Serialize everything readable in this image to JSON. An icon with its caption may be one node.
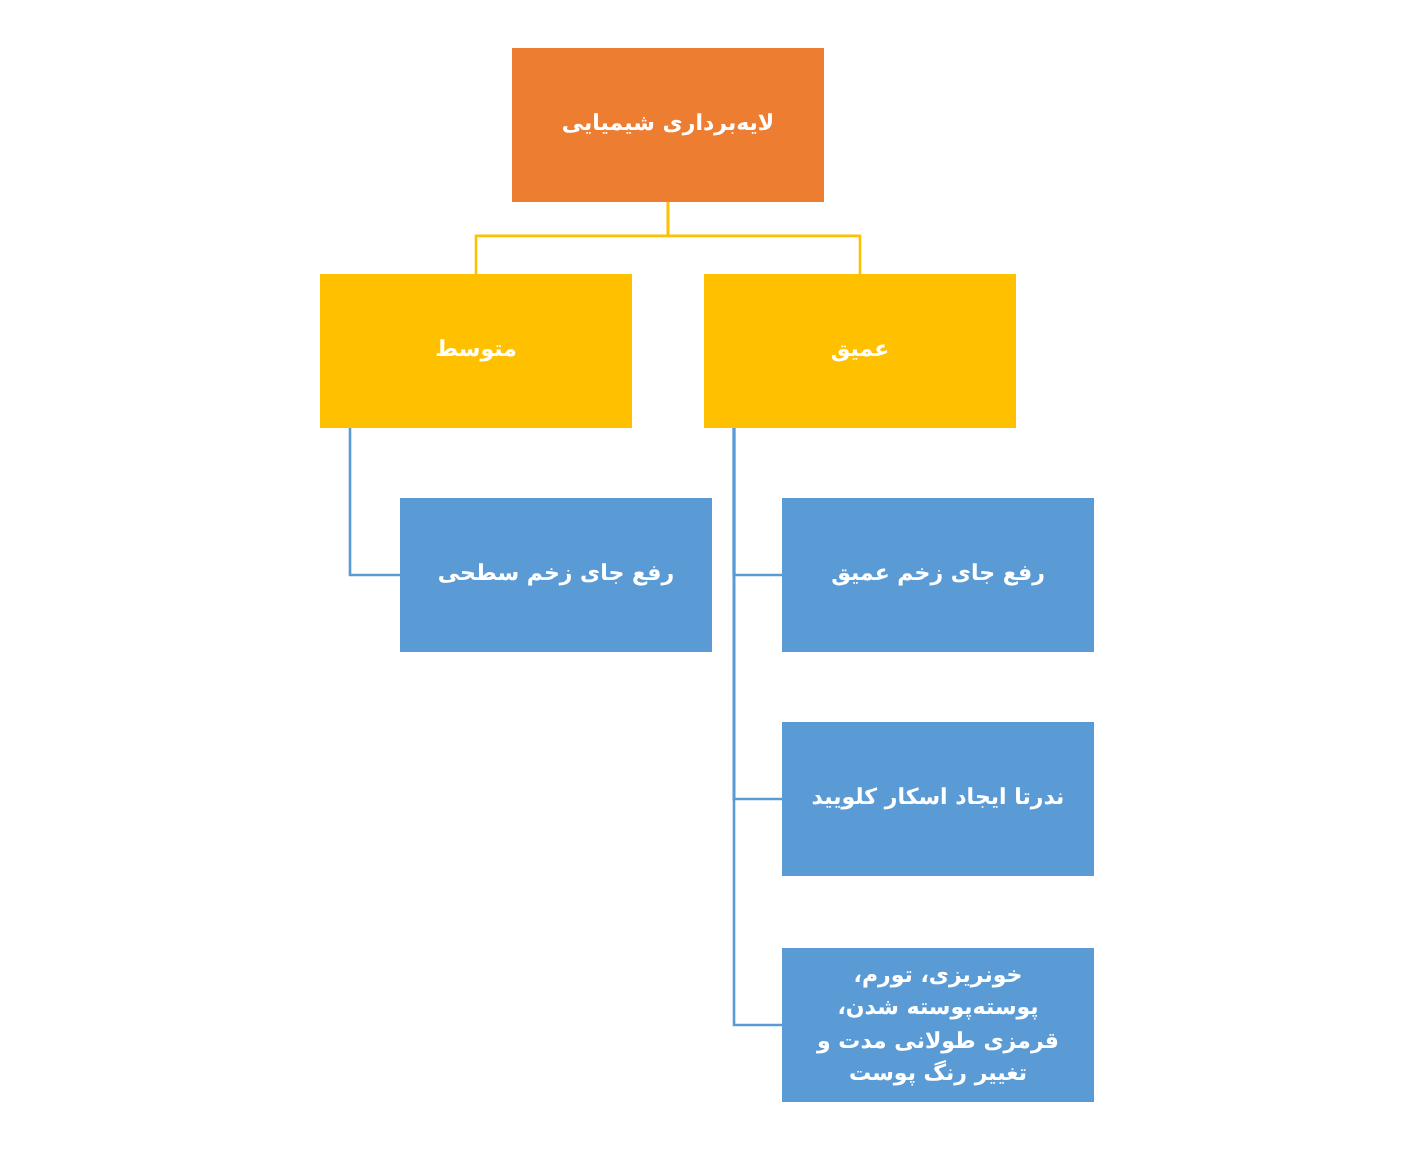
{
  "diagram": {
    "nodes": [
      {
        "text": [
          "لایه‌برداری شیمیایی"
        ]
      },
      {
        "text": [
          "متوسط"
        ]
      },
      {
        "text": [
          "عمیق"
        ]
      },
      {
        "text": [
          "رفع جای زخم سطحی"
        ]
      },
      {
        "text": [
          "رفع جای زخم عمیق"
        ]
      },
      {
        "text": [
          "ندرتا ایجاد اسکار کلویید"
        ]
      },
      {
        "text": [
          "خونریزی، تورم، پوسته‌پوسته شدن، قرمزی طولانی مدت و تغییر رنگ پوست"
        ]
      }
    ],
    "edges": [
      {
        "from": 0,
        "to": 1,
        "arrow": "none",
        "color": "#ffc000"
      },
      {
        "from": 0,
        "to": 2,
        "arrow": "none",
        "color": "#ffc000"
      },
      {
        "from": 1,
        "to": 3,
        "arrow": "none"
      },
      {
        "from": 2,
        "to": 4,
        "arrow": "none"
      },
      {
        "from": 2,
        "to": 5,
        "arrow": "none"
      },
      {
        "from": 2,
        "to": 6,
        "arrow": "none"
      }
    ]
  }
}
